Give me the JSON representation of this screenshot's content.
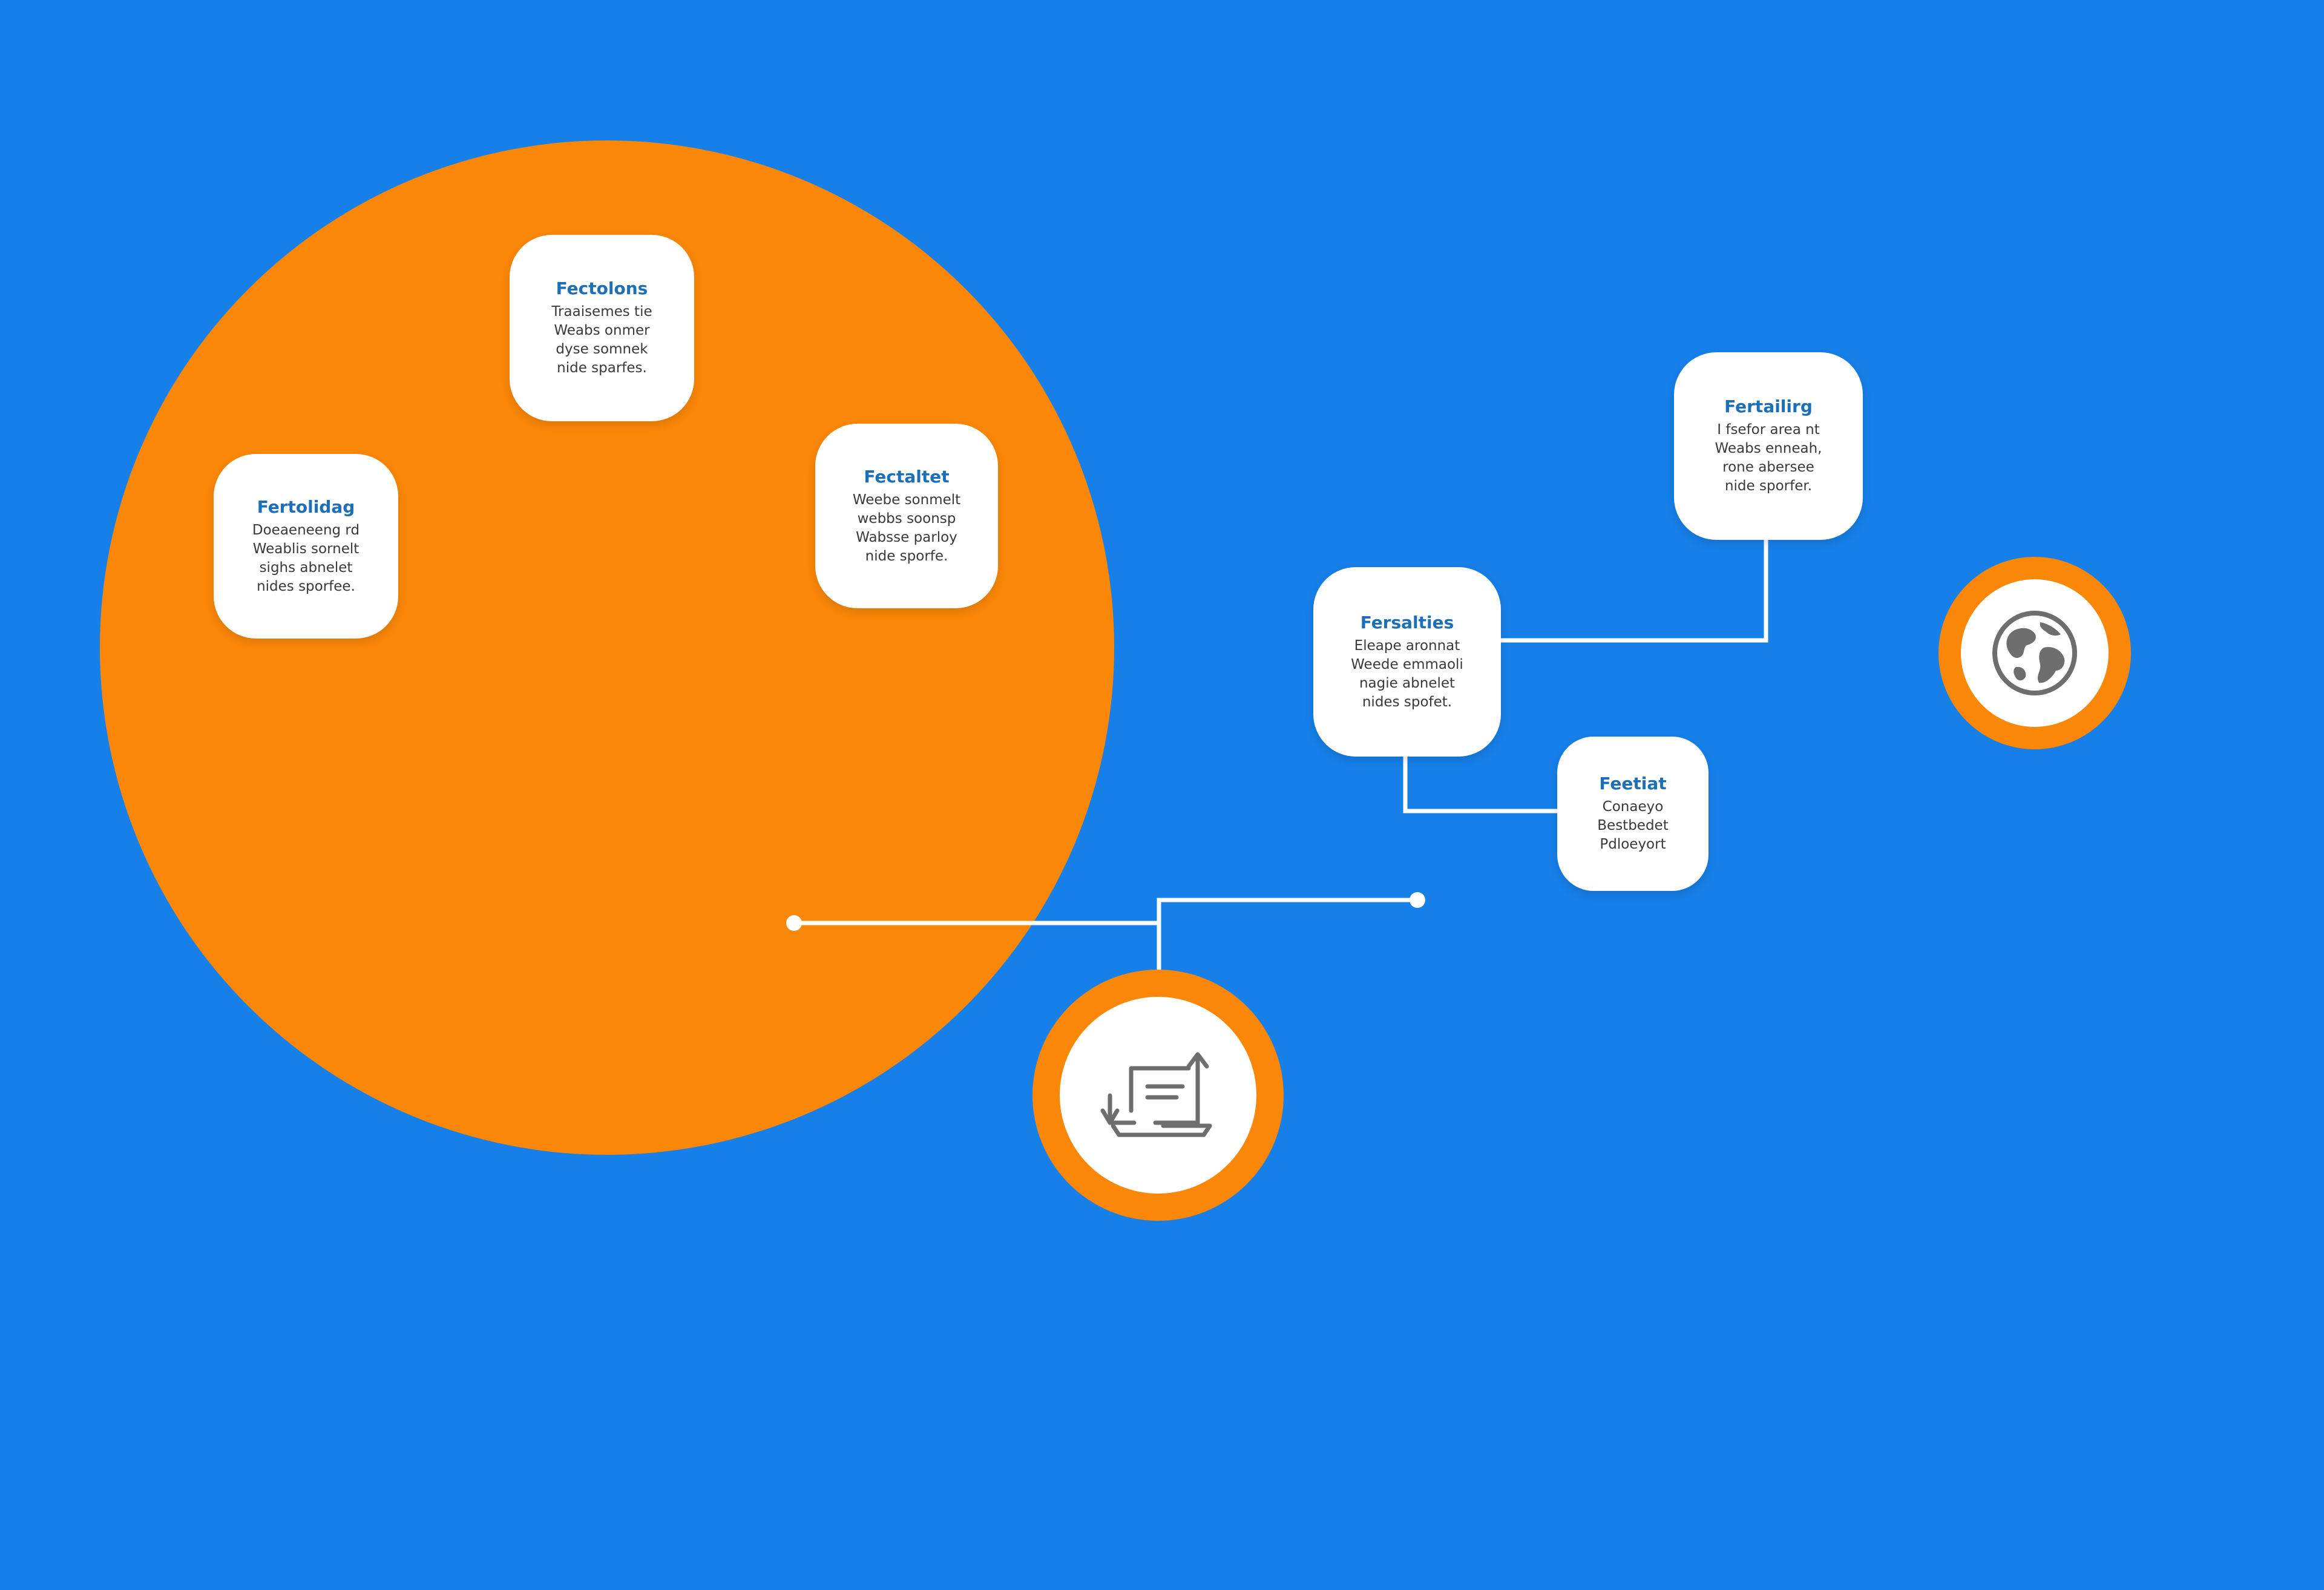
{
  "colors": {
    "background": "#167FE8",
    "accent_orange": "#FA8708",
    "card": "#FFFFFF",
    "title_blue": "#1D6FB8",
    "connector": "#FFFFFF",
    "icon_gray": "#6E6E6E"
  },
  "cards": [
    {
      "title": "Fectolons",
      "lines": [
        "Traaisemes tie",
        "Weabs onmer",
        "dyse somnek",
        "nide sparfes."
      ]
    },
    {
      "title": "Fertolidag",
      "lines": [
        "Doeaeneeng rd",
        "Weablis sornelt",
        "sighs abnelet",
        "nides sporfee."
      ]
    },
    {
      "title": "Fectaltet",
      "lines": [
        "Weebe sonmelt",
        "webbs soonsp",
        "Wabsse parloy",
        "nide sporfe."
      ]
    },
    {
      "title": "Fertailirg",
      "lines": [
        "I fsefor area nt",
        "Weabs enneah,",
        "rone abersee",
        "nide sporfer."
      ]
    },
    {
      "title": "Fersalties",
      "lines": [
        "Eleape aronnat",
        "Weede emmaoli",
        "nagie abnelet",
        "nides spofet."
      ]
    },
    {
      "title": "Feetiat",
      "lines": [
        "Conaeyo",
        "Bestbedet",
        "Pdloeyort"
      ]
    }
  ],
  "icons": {
    "laptop": "laptop-transfer-icon",
    "globe": "globe-icon"
  }
}
